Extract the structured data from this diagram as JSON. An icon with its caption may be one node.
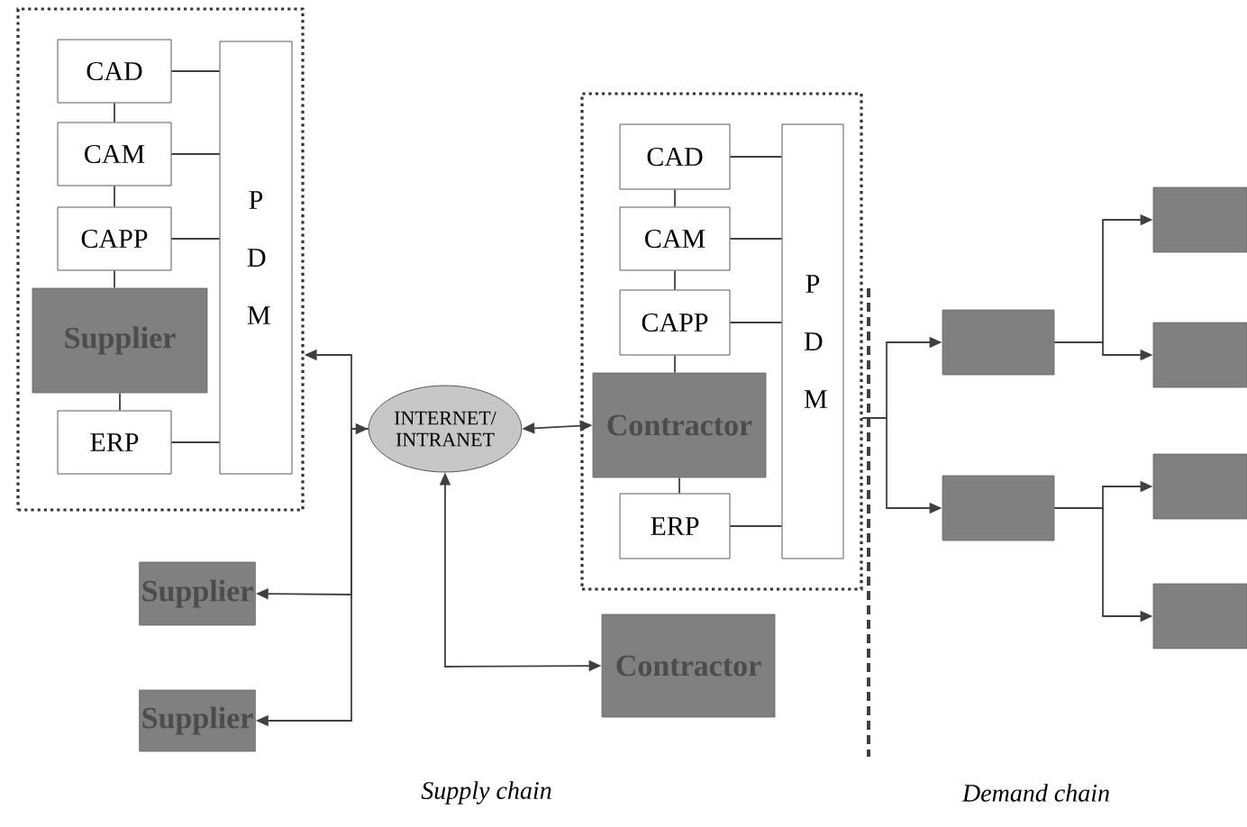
{
  "diagram": {
    "nodes": [
      {
        "text": [],
        "shape": "box"
      },
      {
        "text": [
          "CAD"
        ],
        "in": 0
      },
      {
        "text": [
          "CAM"
        ],
        "in": 0
      },
      {
        "text": [
          "CAPP"
        ],
        "in": 0
      },
      {
        "text": [
          "Supplier"
        ],
        "in": 0
      },
      {
        "text": [
          "ERP"
        ],
        "in": 0
      },
      {
        "text": [
          "P D M"
        ],
        "in": 0
      },
      {
        "text": [
          "INTERNET/ INTRANET"
        ]
      },
      {
        "text": [],
        "shape": "box"
      },
      {
        "text": [
          "CAD"
        ],
        "in": 8
      },
      {
        "text": [
          "CAM"
        ],
        "in": 8
      },
      {
        "text": [
          "CAPP"
        ],
        "in": 8
      },
      {
        "text": [
          "Contractor"
        ],
        "in": 8
      },
      {
        "text": [
          "ERP"
        ],
        "in": 8
      },
      {
        "text": [
          "P D M"
        ],
        "in": 8
      },
      {
        "text": [
          "Supplier"
        ]
      },
      {
        "text": [
          "Supplier"
        ]
      },
      {
        "text": [
          "Contractor"
        ]
      },
      {
        "text": [],
        "shape": "box"
      },
      {
        "text": [],
        "shape": "box"
      },
      {
        "text": [],
        "shape": "box"
      },
      {
        "text": [],
        "shape": "box"
      },
      {
        "text": [],
        "shape": "box"
      },
      {
        "text": [],
        "shape": "box"
      }
    ],
    "edges": [
      {
        "from": 1,
        "to": 2,
        "arrow": "none"
      },
      {
        "from": 2,
        "to": 3,
        "arrow": "none"
      },
      {
        "from": 3,
        "to": 4,
        "arrow": "none"
      },
      {
        "from": 4,
        "to": 5,
        "arrow": "none"
      },
      {
        "from": 1,
        "to": 6,
        "arrow": "none"
      },
      {
        "from": 2,
        "to": 6,
        "arrow": "none"
      },
      {
        "from": 3,
        "to": 6,
        "arrow": "none"
      },
      {
        "from": 5,
        "to": 6,
        "arrow": "none"
      },
      {
        "from": 9,
        "to": 10,
        "arrow": "none"
      },
      {
        "from": 10,
        "to": 11,
        "arrow": "none"
      },
      {
        "from": 11,
        "to": 12,
        "arrow": "none"
      },
      {
        "from": 12,
        "to": 13,
        "arrow": "none"
      },
      {
        "from": 9,
        "to": 14,
        "arrow": "none"
      },
      {
        "from": 10,
        "to": 14,
        "arrow": "none"
      },
      {
        "from": 11,
        "to": 14,
        "arrow": "none"
      },
      {
        "from": 13,
        "to": 14,
        "arrow": "none"
      },
      {
        "from": 7,
        "to": 0,
        "arrow": "both"
      },
      {
        "from": 7,
        "to": 15,
        "arrow": "to"
      },
      {
        "from": 7,
        "to": 16,
        "arrow": "to"
      },
      {
        "from": 7,
        "to": 12,
        "arrow": "both"
      },
      {
        "from": 7,
        "to": 17,
        "arrow": "both"
      },
      {
        "from": 8,
        "to": 18,
        "arrow": "to"
      },
      {
        "from": 8,
        "to": 19,
        "arrow": "to"
      },
      {
        "from": 18,
        "to": 20,
        "arrow": "to"
      },
      {
        "from": 18,
        "to": 21,
        "arrow": "to"
      },
      {
        "from": 19,
        "to": 22,
        "arrow": "to"
      },
      {
        "from": 19,
        "to": 23,
        "arrow": "to"
      }
    ],
    "labels": [
      "Supply chain",
      "Demand chain"
    ]
  }
}
